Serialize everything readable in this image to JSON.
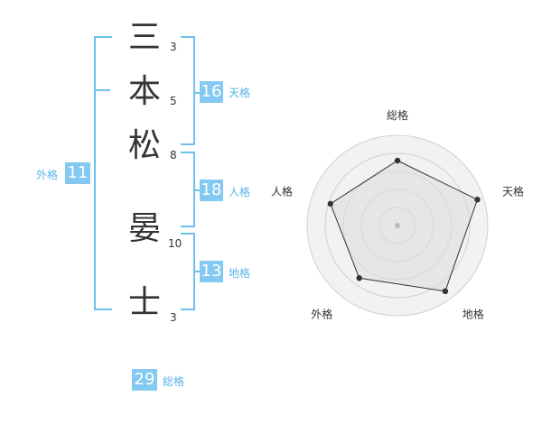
{
  "name": {
    "chars": [
      {
        "kanji": "三",
        "strokes": "3"
      },
      {
        "kanji": "本",
        "strokes": "5"
      },
      {
        "kanji": "松",
        "strokes": "8"
      },
      {
        "kanji": "晏",
        "strokes": "10"
      },
      {
        "kanji": "士",
        "strokes": "3"
      }
    ]
  },
  "fortune": {
    "tenkaku": {
      "value": "16",
      "label": "天格"
    },
    "jinkaku": {
      "value": "18",
      "label": "人格"
    },
    "chikaku": {
      "value": "13",
      "label": "地格"
    },
    "gaikaku": {
      "value": "11",
      "label": "外格"
    },
    "soukaku": {
      "value": "29",
      "label": "総格"
    }
  },
  "colors": {
    "accent": "#84c9f1",
    "bracket": "#6fc0ee",
    "label": "#5ab4e8",
    "text": "#333333",
    "radar_fill": "#eeeeee",
    "radar_ring": "#d0d0d0"
  },
  "chart_data": {
    "type": "radar",
    "axes": [
      "総格",
      "天格",
      "地格",
      "外格",
      "人格"
    ],
    "values": [
      0.72,
      0.93,
      0.9,
      0.72,
      0.78
    ],
    "rings": 5,
    "max": 1
  }
}
